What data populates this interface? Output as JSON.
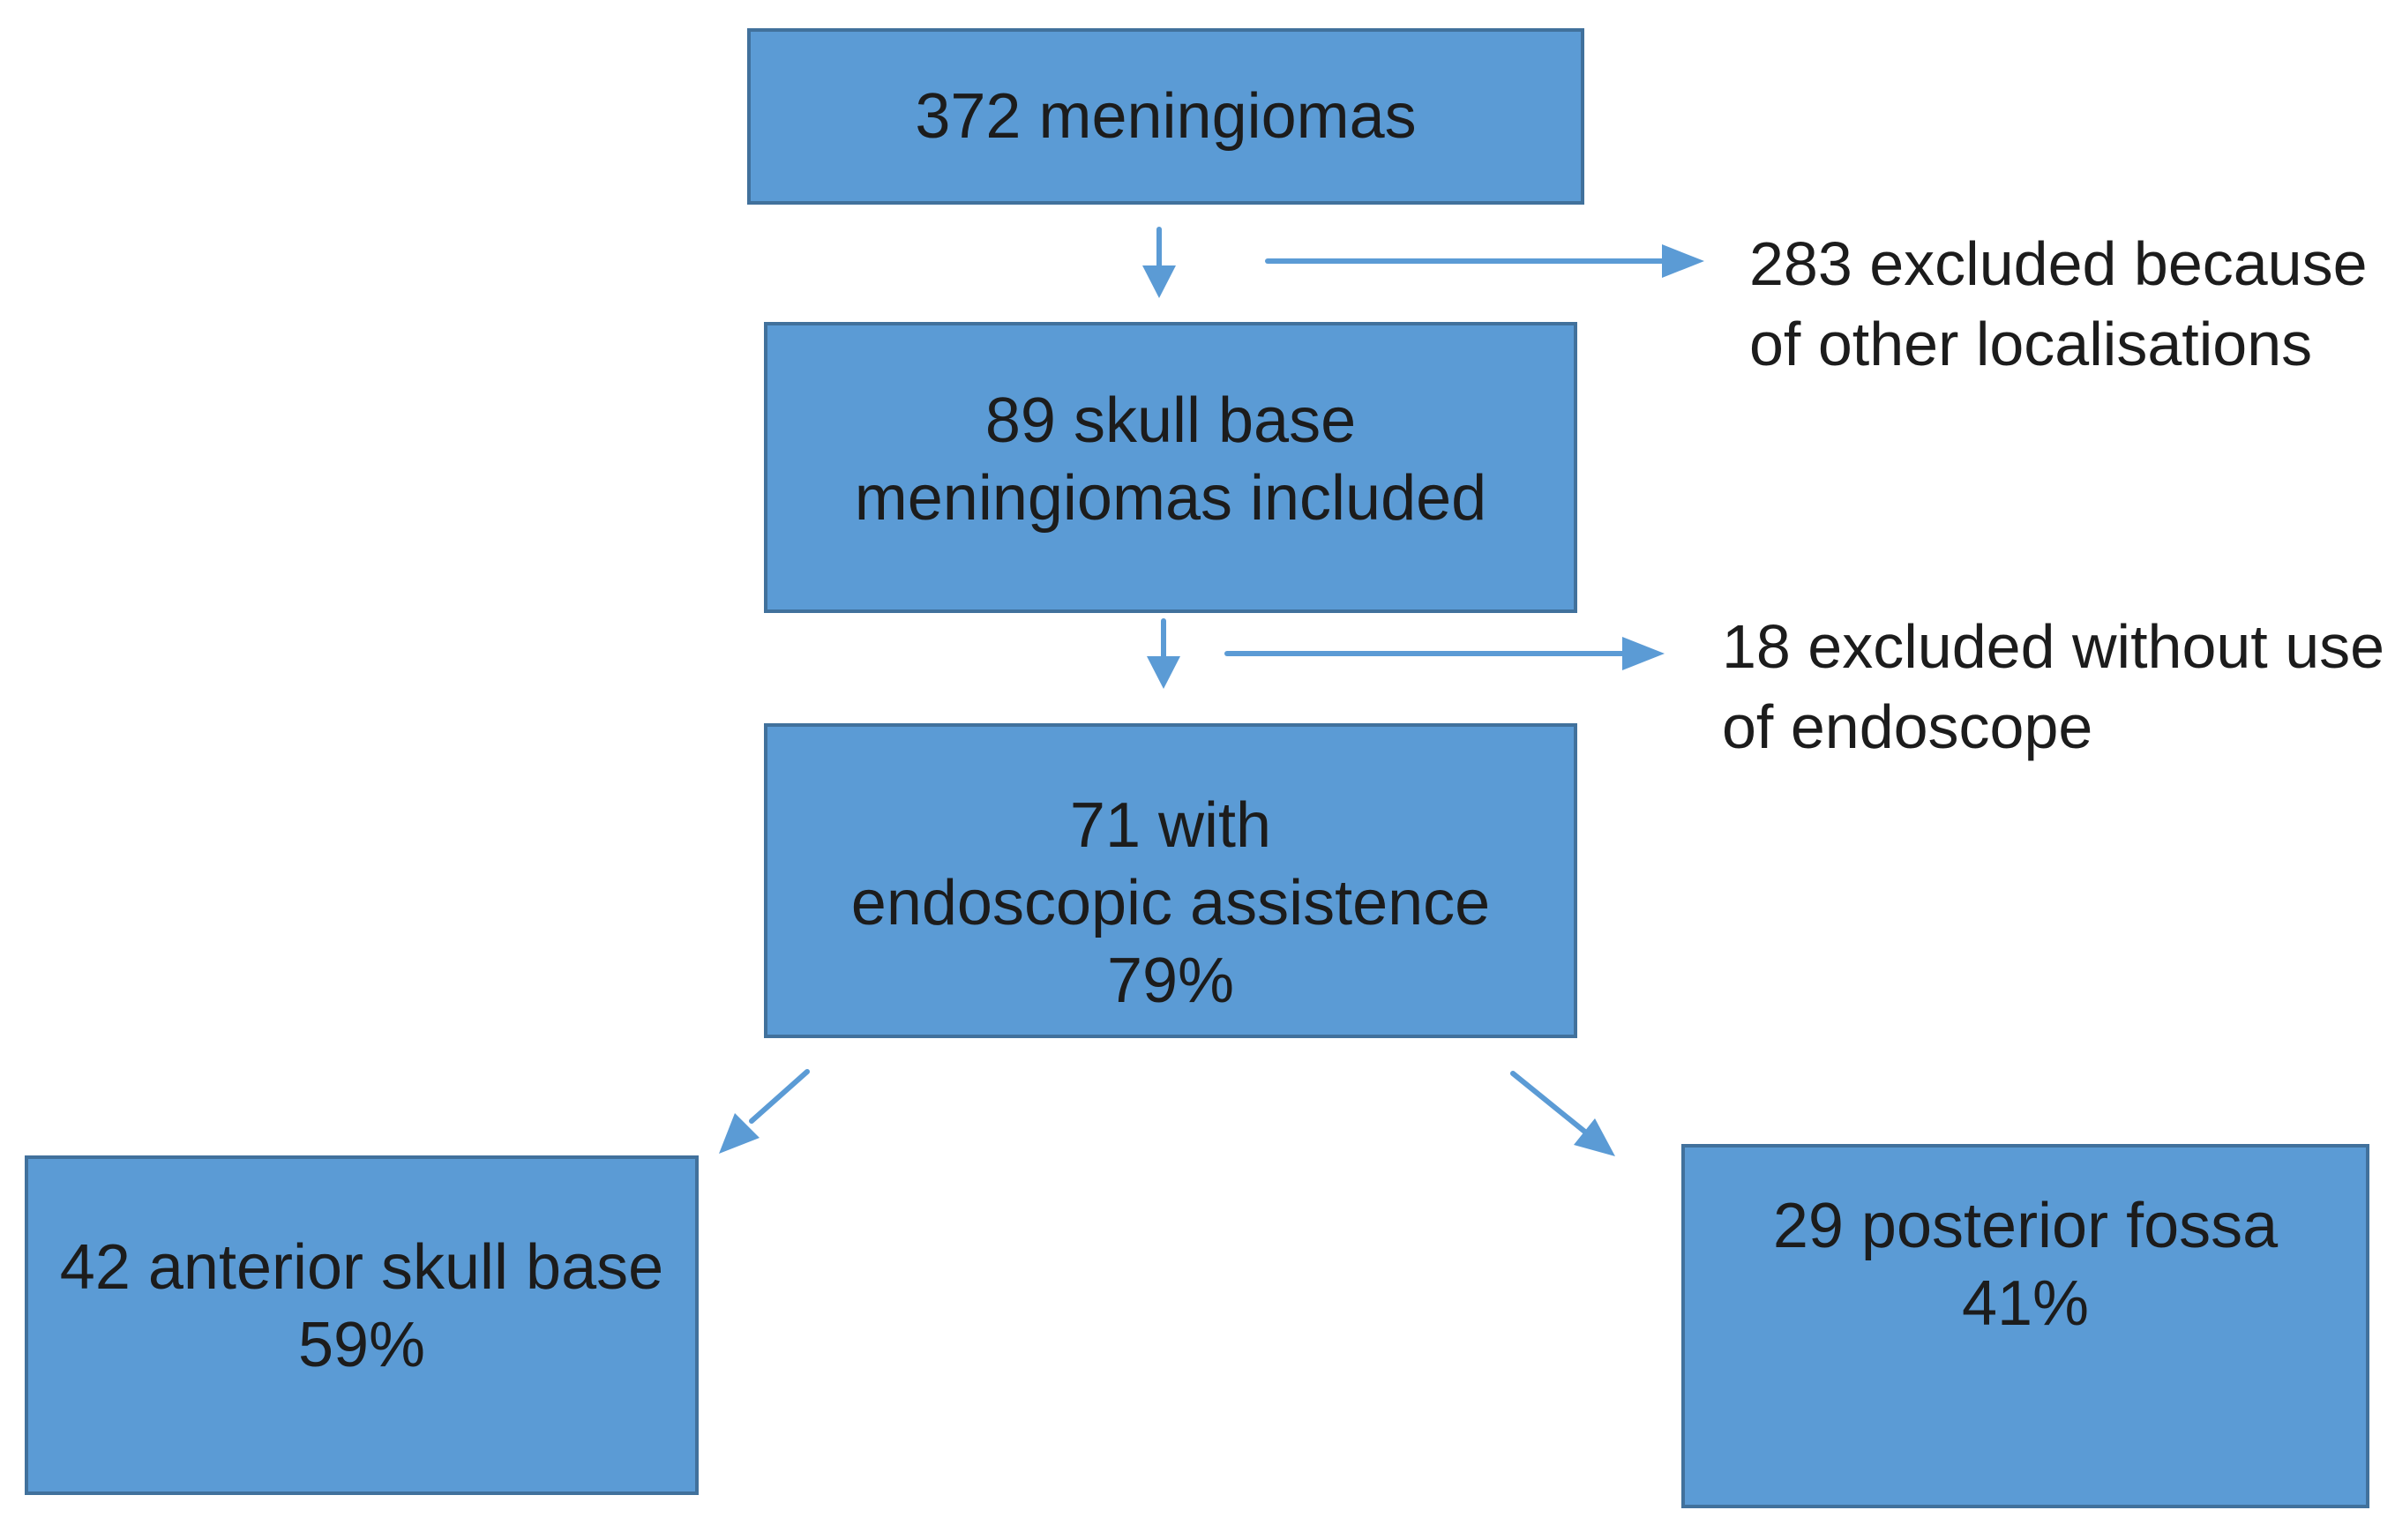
{
  "figure": {
    "type": "flowchart",
    "background_color": "#ffffff",
    "box_fill_color": "#5b9bd5",
    "box_border_color": "#41719c",
    "arrow_color": "#5b9bd5",
    "text_color": "#1c1c1c"
  },
  "nodes": {
    "total": {
      "lines": [
        "372 meningiomas"
      ]
    },
    "included": {
      "lines": [
        "89 skull base",
        "meningiomas included"
      ]
    },
    "endoscopic": {
      "lines": [
        "71 with",
        "endoscopic assistence",
        "79%"
      ]
    },
    "anterior": {
      "lines": [
        "42 anterior skull base",
        "59%"
      ]
    },
    "posterior": {
      "lines": [
        "29 posterior fossa",
        "41%"
      ]
    }
  },
  "annotations": {
    "other_localisations": {
      "lines": [
        "283 excluded because",
        "of other localisations"
      ]
    },
    "no_endoscope": {
      "lines": [
        "18 excluded without use",
        "of endoscope"
      ]
    }
  }
}
